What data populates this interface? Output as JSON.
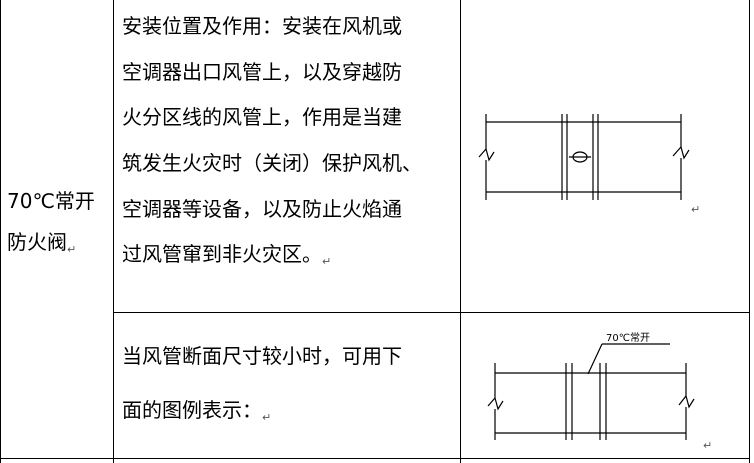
{
  "row_label": {
    "line1": "70℃常开",
    "line2": "防火阀"
  },
  "row1": {
    "lines": [
      "安装位置及作用：安装在风机或",
      "空调器出口风管上，以及穿越防",
      "火分区线的风管上，作用是当建",
      "筑发生火灾时（关闭）保护风机、",
      "空调器等设备，以及防止火焰通",
      "过风管窜到非火灾区。"
    ]
  },
  "row2": {
    "lines": [
      "当风管断面尺寸较小时，可用下",
      "面的图例表示："
    ],
    "diagram_label": "70℃常开"
  },
  "paragraph_mark": "↵"
}
